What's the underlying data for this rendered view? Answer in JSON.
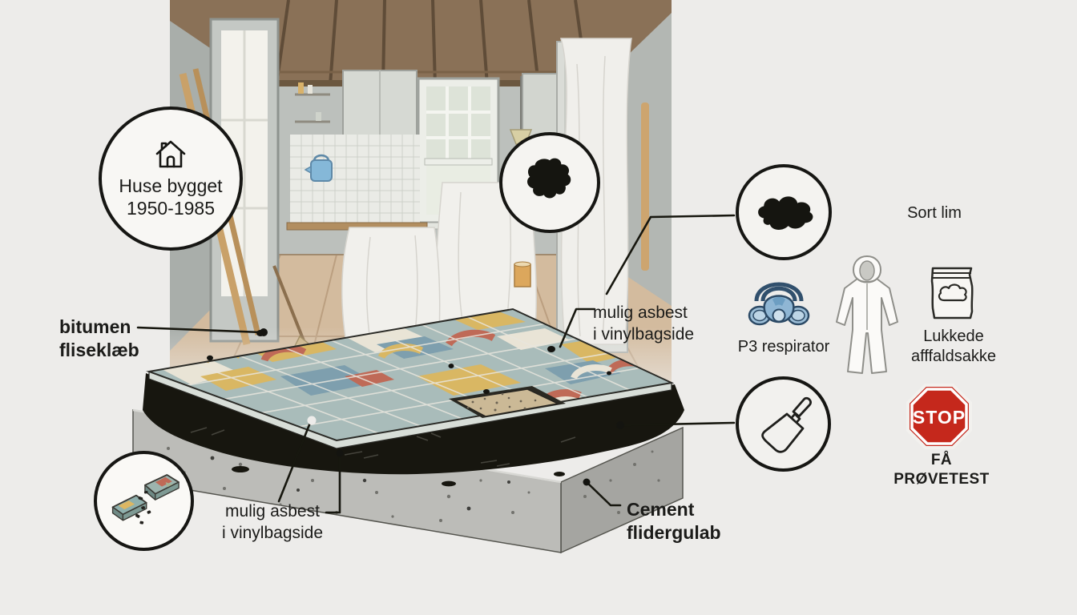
{
  "badge": {
    "icon": "house-icon",
    "line1": "Huse bygget",
    "line2": "1950-1985"
  },
  "callouts": {
    "adhesive": {
      "line1": "bitumen",
      "line2": "fliseklæb"
    },
    "vinyl_backing_top": {
      "line1": "mulig asbest",
      "line2": "i vinylbagside"
    },
    "vinyl_backing_bottom": {
      "line1": "mulig asbest",
      "line2": "i vinylbagside"
    },
    "cement": {
      "line1": "Cement",
      "line2": "flidergulab"
    }
  },
  "magnifiers": {
    "glue_blob_room": "glue-blob-icon",
    "glue_blob_layer": "glue-blob-icon",
    "scraper": "scraper-icon",
    "broken_tile": "broken-tile-icon"
  },
  "safety_panel": {
    "glue_label": "Sort lim",
    "respirator_icon": "respirator-icon",
    "respirator_label": "P3 respirator",
    "suit_icon": "protective-suit-icon",
    "waste_bag_icon": "waste-bag-icon",
    "waste_line1": "Lukkede",
    "waste_line2": "afffaldsakke",
    "stop_sign_icon": "stop-sign-icon",
    "stop_sign_text": "STOP",
    "stop_caption": "FÅ PRØVETEST"
  },
  "colors": {
    "background": "#edecea",
    "stop_red": "#c5281c",
    "respirator_blue": "#8fb6d4",
    "bitumen_black": "#17160f",
    "cement_gray": "#bcbcb8",
    "tile_base_teal": "#a9bcba",
    "tile_mustard": "#d9b763",
    "tile_terracotta": "#bf6a57",
    "tile_cream": "#e9e4d6",
    "line_ink": "#17170f"
  }
}
